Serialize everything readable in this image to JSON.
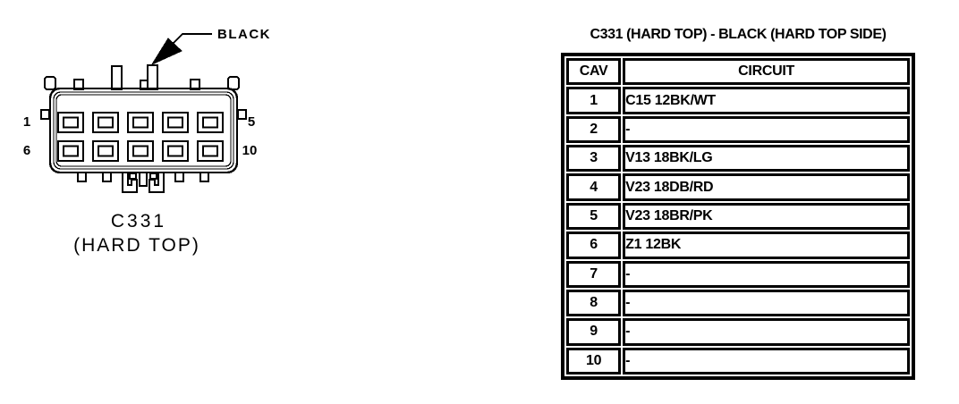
{
  "colors": {
    "ink": "#000000",
    "background": "#ffffff"
  },
  "diagram": {
    "connector_name": "C331",
    "connector_sub": "(HARD TOP)",
    "color_callout": "BLACK",
    "pin_labels": {
      "top_left": "1",
      "top_right": "5",
      "bottom_left": "6",
      "bottom_right": "10"
    }
  },
  "table": {
    "title": "C331 (HARD TOP) - BLACK (HARD TOP SIDE)",
    "columns": [
      "CAV",
      "CIRCUIT"
    ],
    "rows": [
      {
        "cav": "1",
        "circuit": "C15 12BK/WT"
      },
      {
        "cav": "2",
        "circuit": "-"
      },
      {
        "cav": "3",
        "circuit": "V13 18BK/LG"
      },
      {
        "cav": "4",
        "circuit": "V23 18DB/RD"
      },
      {
        "cav": "5",
        "circuit": "V23 18BR/PK"
      },
      {
        "cav": "6",
        "circuit": "Z1 12BK"
      },
      {
        "cav": "7",
        "circuit": "-"
      },
      {
        "cav": "8",
        "circuit": "-"
      },
      {
        "cav": "9",
        "circuit": "-"
      },
      {
        "cav": "10",
        "circuit": "-"
      }
    ]
  }
}
